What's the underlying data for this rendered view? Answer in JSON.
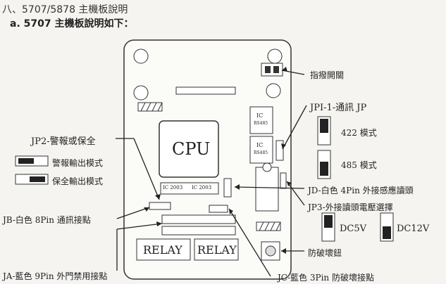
{
  "header": {
    "line1": "八、5707/5878 主機板說明",
    "line2": "a. 5707 主機板說明如下："
  },
  "board": {
    "cpu_label": "CPU",
    "ic1_label": "IC",
    "ic1_sub": "RS485",
    "ic2_label": "IC",
    "ic2_sub": "RS485",
    "ic3_label": "IC 2003",
    "ic4_label": "IC 2003",
    "relay1": "RELAY",
    "relay2": "RELAY"
  },
  "callouts": {
    "dip_switch": "指撥開關",
    "jp1": "JPI-1-通訊 JP",
    "mode_422": "422 模式",
    "mode_485": "485 模式",
    "jp2": "JP2-警報或保全",
    "alarm_mode": "警報輸出模式",
    "security_mode": "保全輸出模式",
    "jd": "JD-白色 4Pin 外接感應讀頭",
    "jp3": "JP3-外接讀頭電壓選擇",
    "dc5v": "DC5V",
    "dc12v": "DC12V",
    "tamper": "防破壞鈕",
    "jb": "JB-白色 8Pin 通訊接點",
    "ja": "JA-藍色 9Pin 外門禁用接點",
    "jc": "JC-藍色 3Pin 防破壞接點"
  }
}
